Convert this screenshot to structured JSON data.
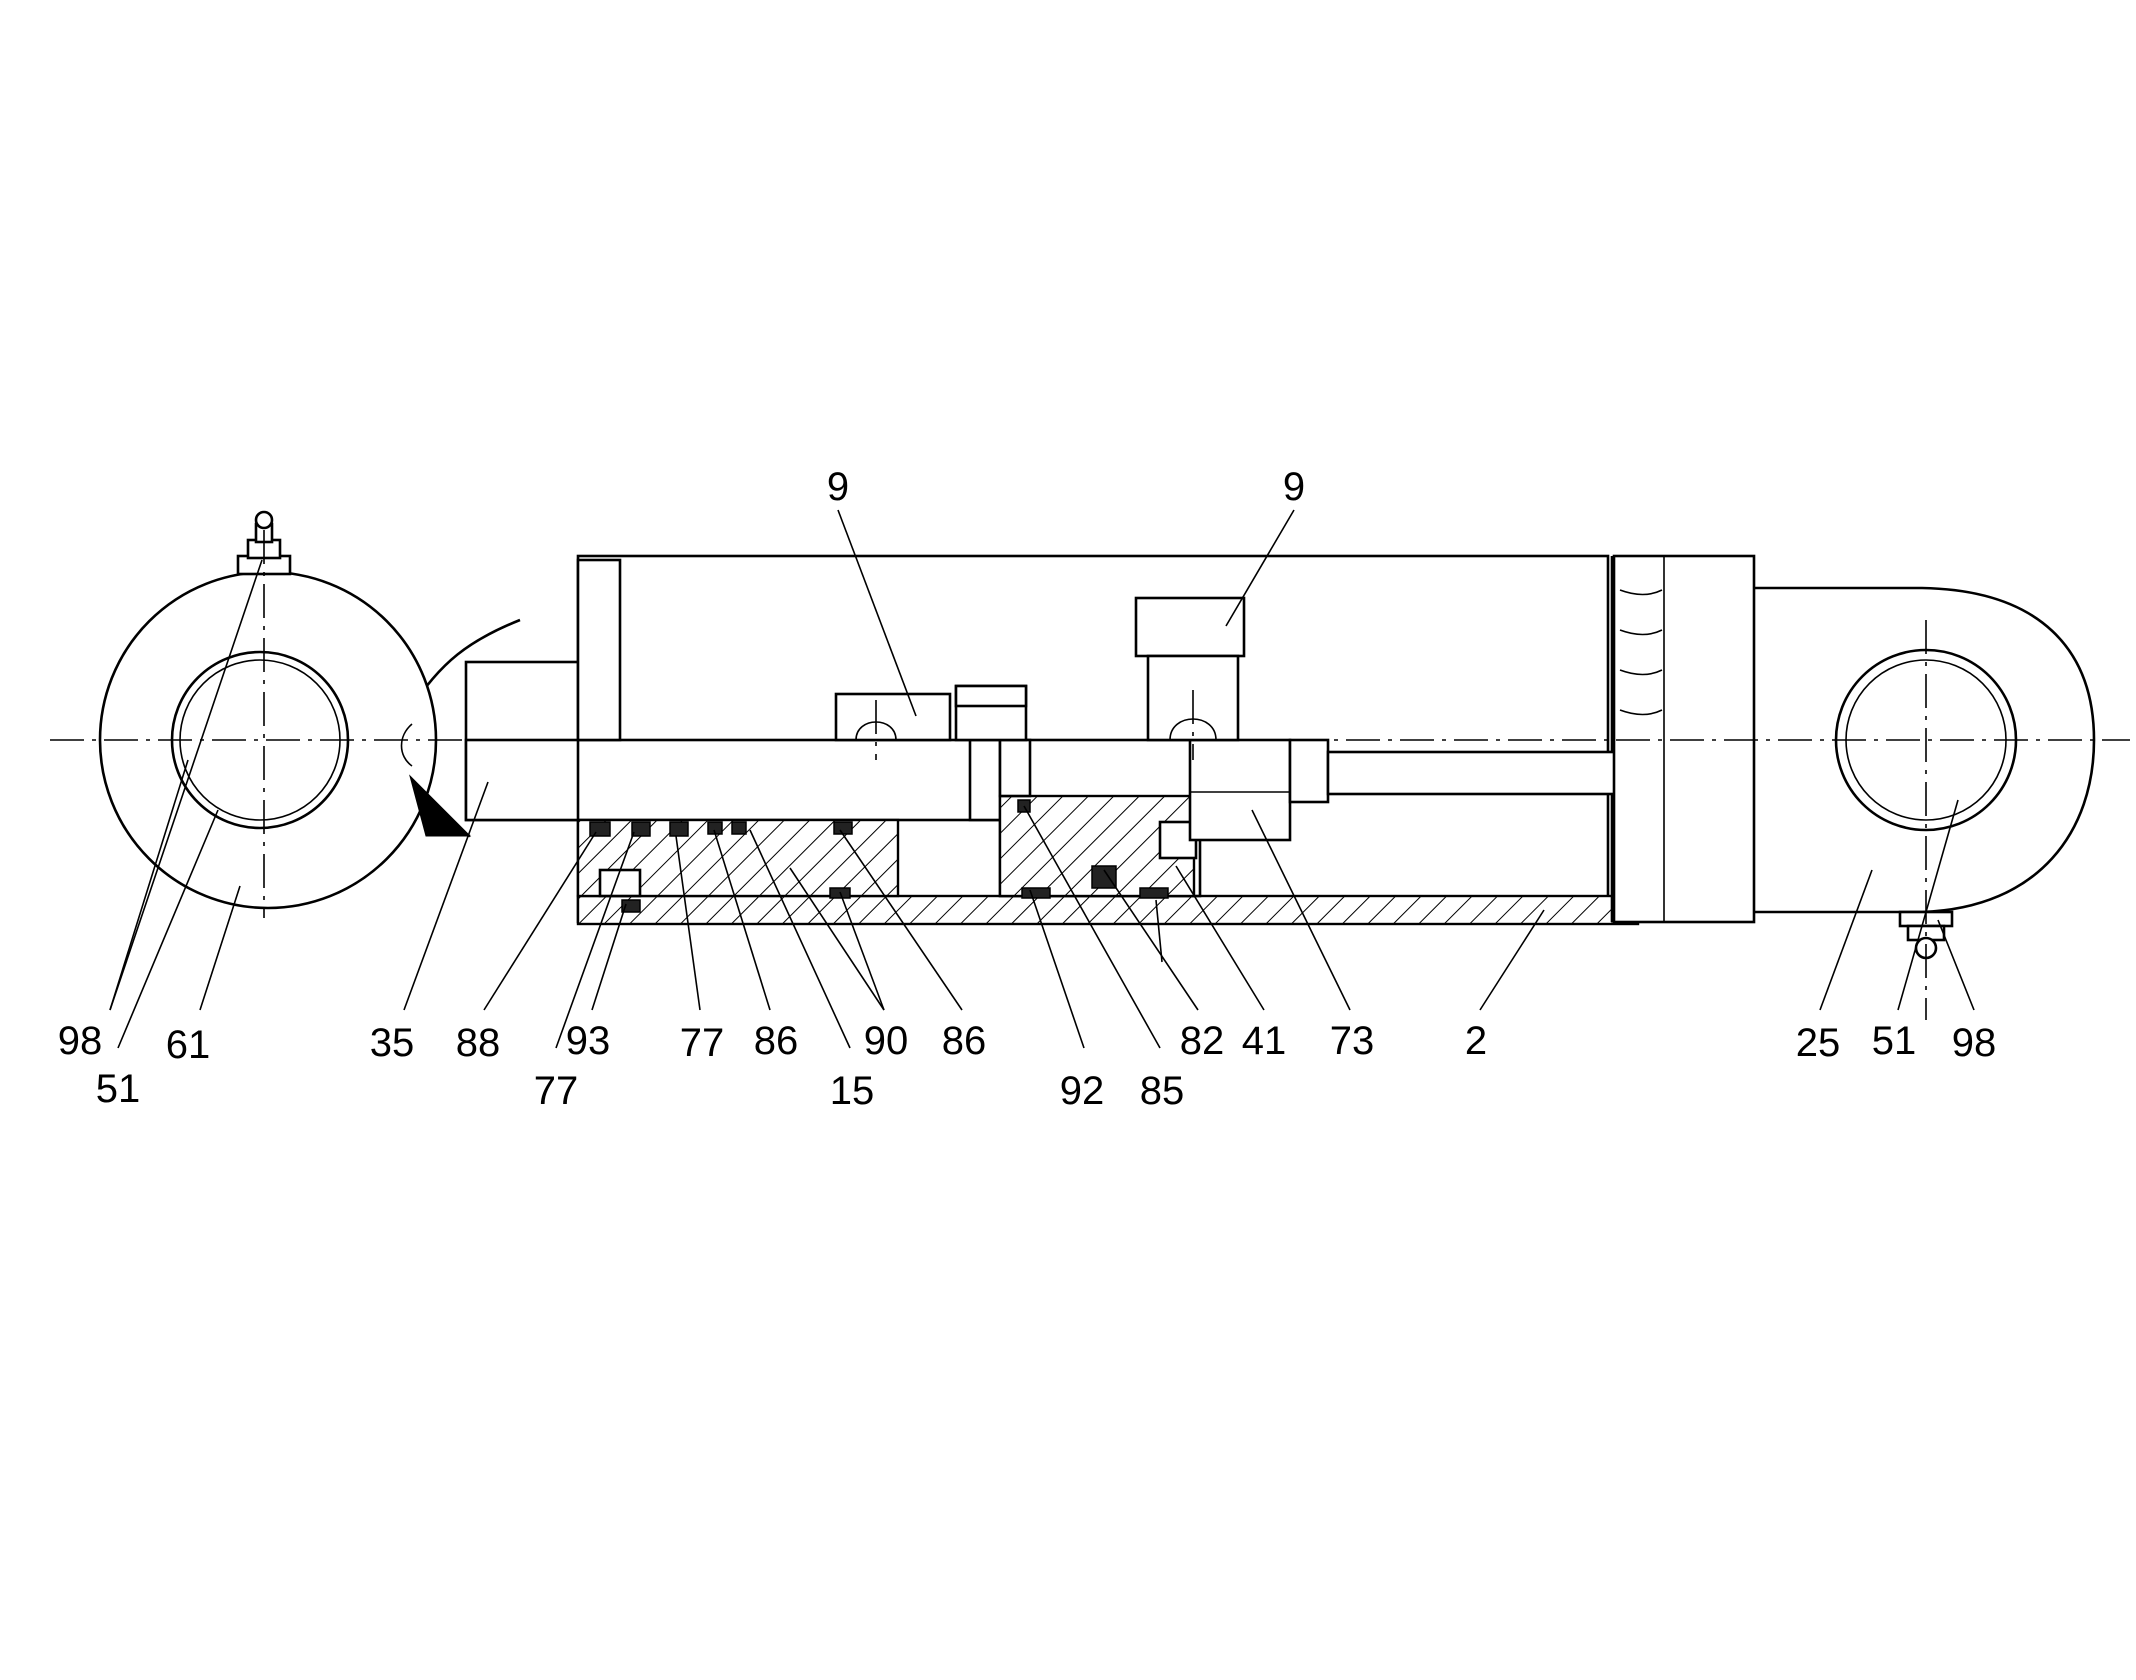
{
  "labels": {
    "l9a": "9",
    "l9b": "9",
    "l98a": "98",
    "l51a": "51",
    "l61": "61",
    "l35": "35",
    "l88": "88",
    "l77a": "77",
    "l93": "93",
    "l77b": "77",
    "l86a": "86",
    "l15": "15",
    "l90": "90",
    "l86b": "86",
    "l92": "92",
    "l85": "85",
    "l82": "82",
    "l41": "41",
    "l73": "73",
    "l2": "2",
    "l25": "25",
    "l51b": "51",
    "l98b": "98"
  }
}
